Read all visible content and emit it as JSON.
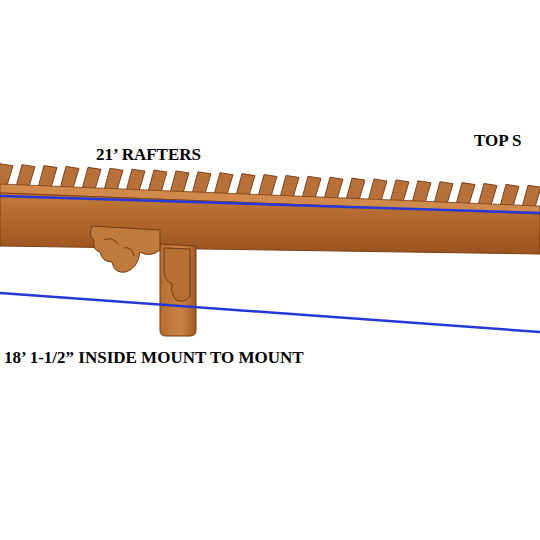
{
  "diagram": {
    "labels": [
      "21’ RAFTERS",
      "TOP S",
      "18’ 1-1/2” INSIDE MOUNT TO MOUNT"
    ]
  }
}
